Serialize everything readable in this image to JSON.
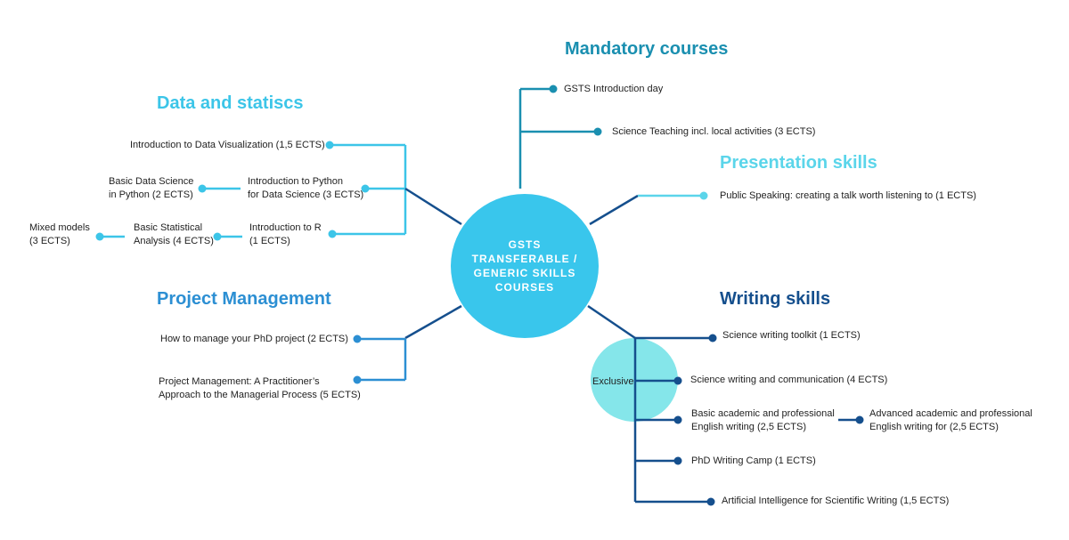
{
  "center": {
    "label": "GSTS\nTRANSFERABLE /\nGENERIC SKILLS\nCOURSES"
  },
  "colors": {
    "mandatory": "#1a8fb0",
    "data": "#3cc5e8",
    "presentation": "#5bd5ea",
    "pm": "#2c8fd3",
    "writing": "#154f8d",
    "center": "#39c6ec",
    "exclusive": "#85e6ea"
  },
  "mandatory": {
    "title": "Mandatory courses",
    "items": [
      "GSTS Introduction day",
      "Science Teaching incl. local activities (3 ECTS)"
    ]
  },
  "data": {
    "title": "Data and statiscs",
    "items": {
      "viz": "Introduction to Data Visualization (1,5 ECTS)",
      "python_1": "Introduction to Python",
      "python_2": "for Data Science (3 ECTS)",
      "ds_1": "Basic Data Science",
      "ds_2": "in Python (2 ECTS)",
      "r_1": "Introduction to R",
      "r_2": "(1 ECTS)",
      "stat_1": "Basic Statistical",
      "stat_2": "Analysis (4 ECTS)",
      "mixed_1": "Mixed models",
      "mixed_2": "(3 ECTS)"
    }
  },
  "presentation": {
    "title": "Presentation skills",
    "items": [
      "Public Speaking: creating a talk worth listening to (1 ECTS)"
    ]
  },
  "pm": {
    "title": "Project Management",
    "items": {
      "phd": "How to manage your PhD project (2 ECTS)",
      "pm_1": "Project Management: A Practitioner’s",
      "pm_2": "Approach to the Managerial Process (5 ECTS)"
    }
  },
  "writing": {
    "title": "Writing skills",
    "exclusive": "Exclusive",
    "items": {
      "toolkit": "Science writing toolkit (1 ECTS)",
      "comm": "Science writing and communication (4 ECTS)",
      "basic_1": "Basic academic and professional",
      "basic_2": "English writing (2,5 ECTS)",
      "adv_1": "Advanced academic and professional",
      "adv_2": "English writing for (2,5 ECTS)",
      "camp": "PhD Writing Camp (1 ECTS)",
      "ai": "Artificial Intelligence for Scientific Writing (1,5 ECTS)"
    }
  }
}
